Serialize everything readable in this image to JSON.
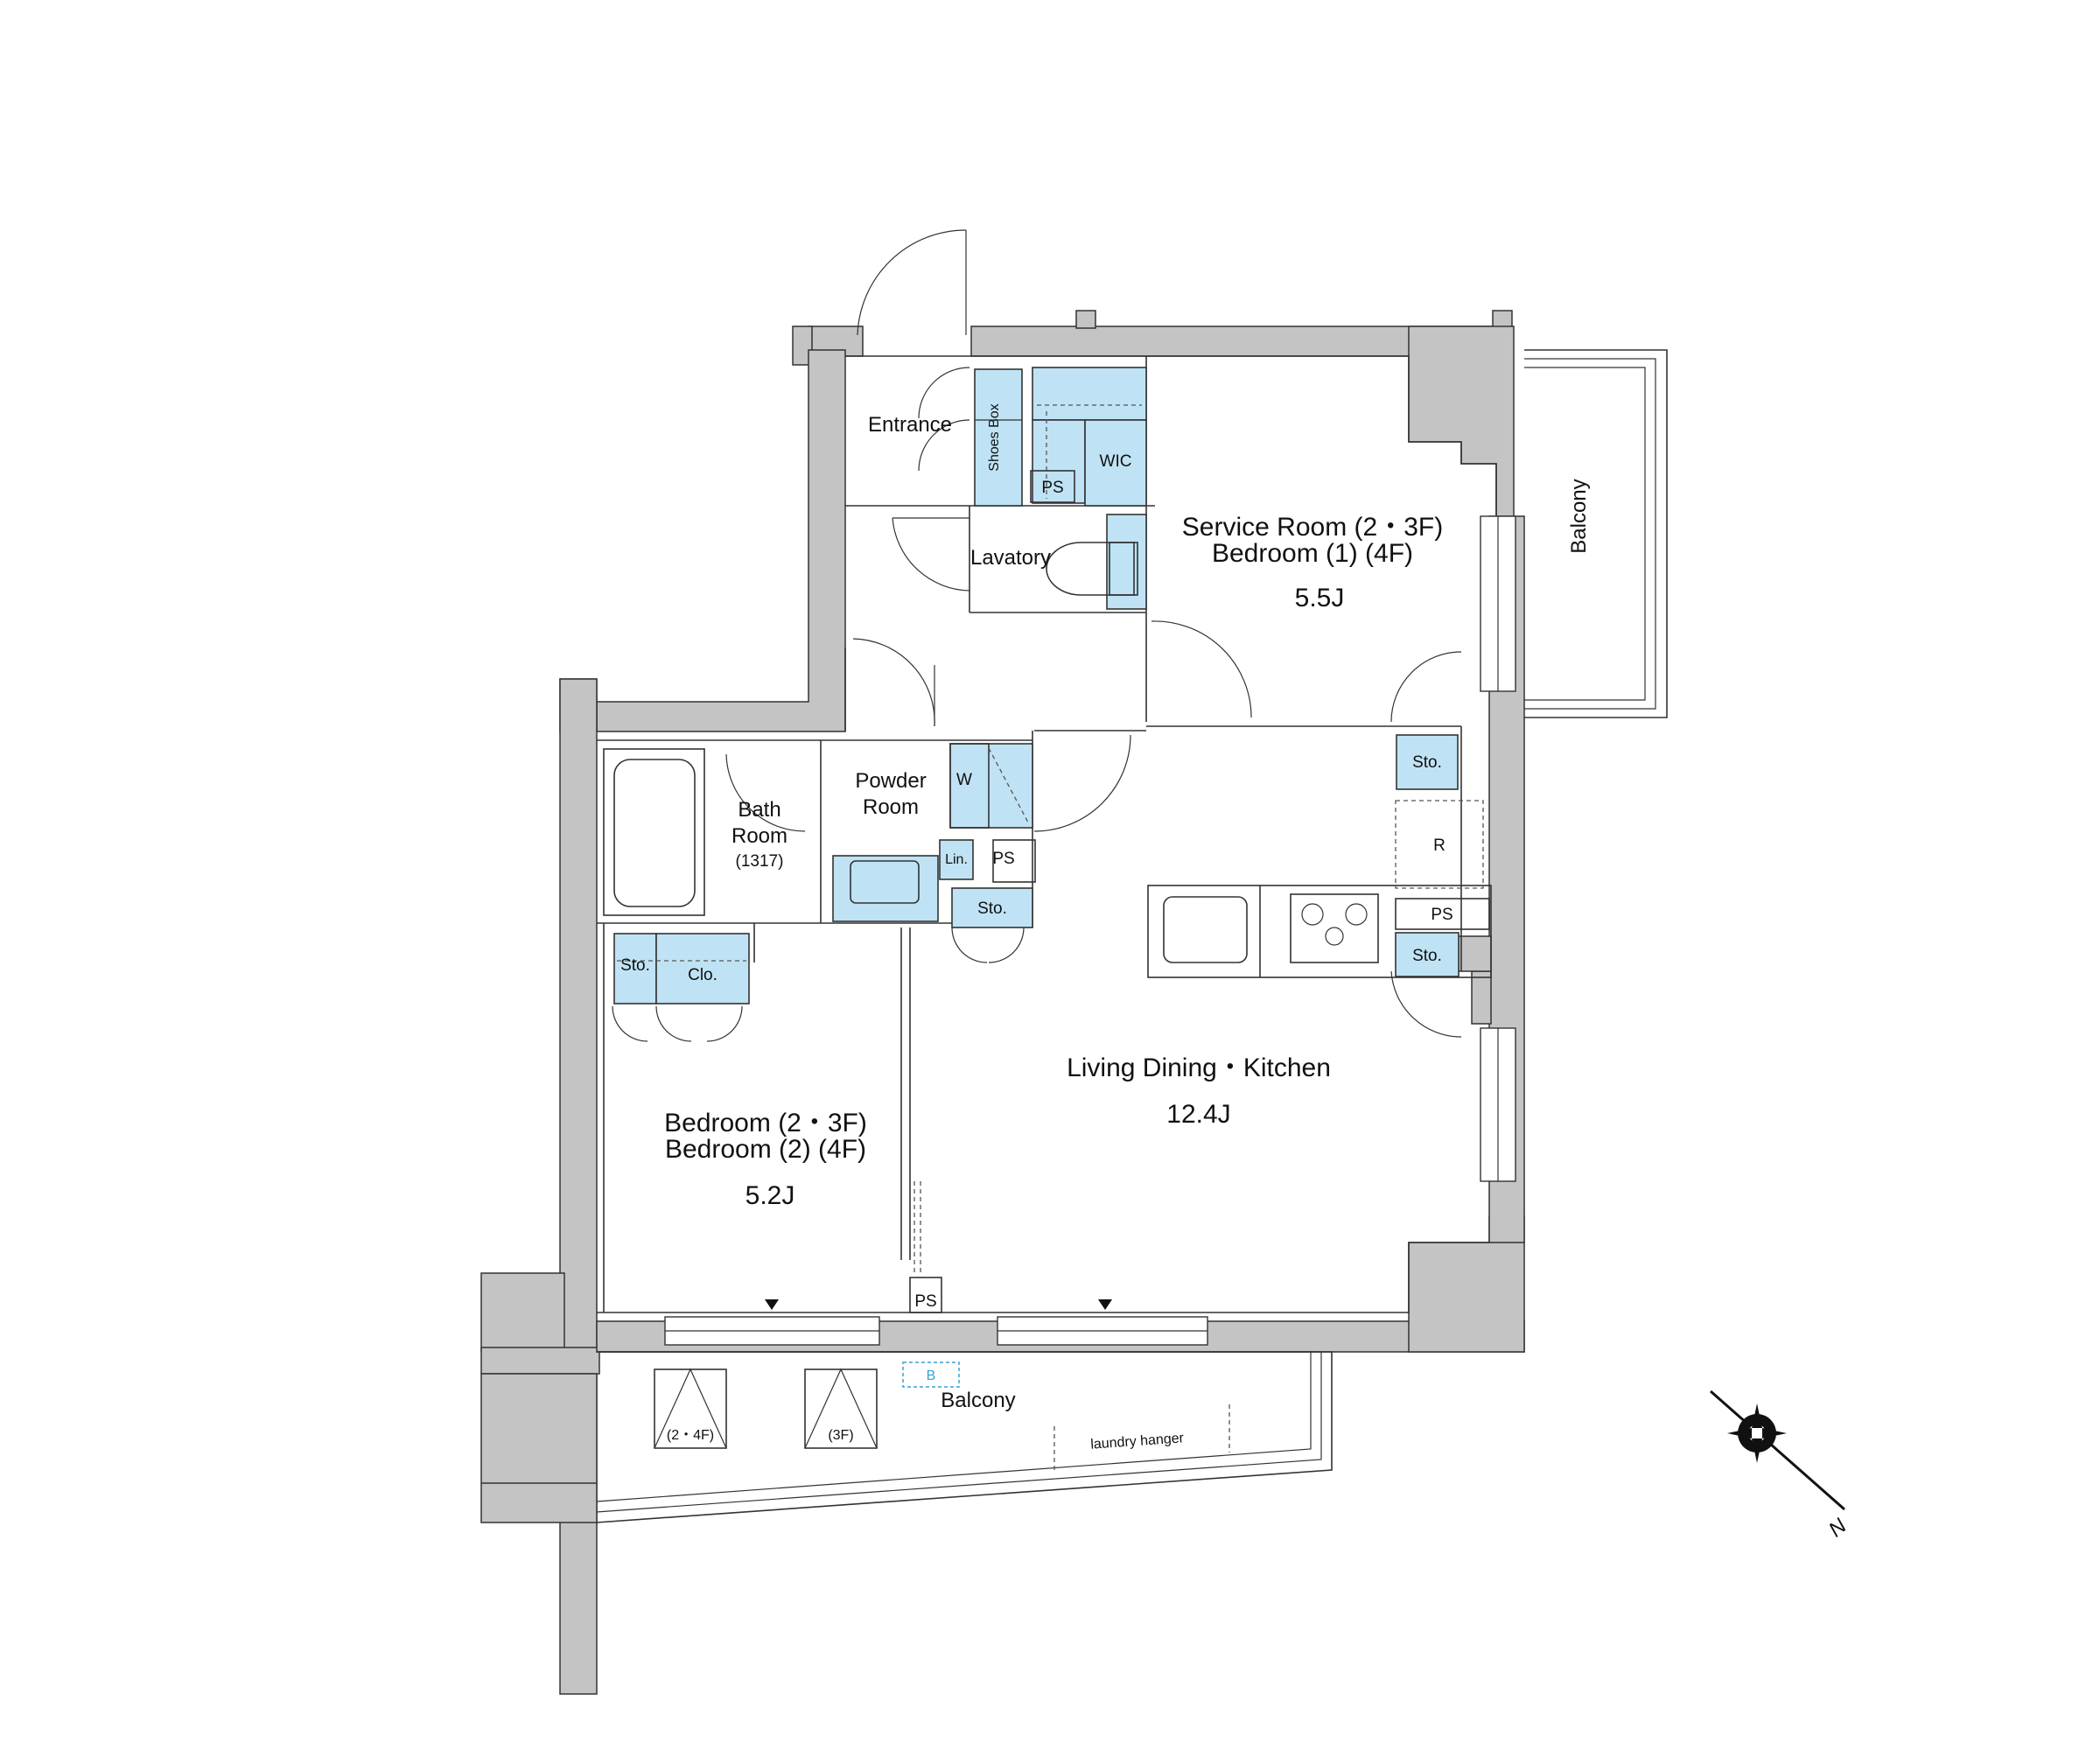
{
  "rooms": {
    "entrance": "Entrance",
    "shoes_box": "Shoes Box",
    "wic": "WIC",
    "ps": "PS",
    "lavatory": "Lavatory",
    "service_room_line1": "Service Room (2・3F)",
    "service_room_line2": "Bedroom (1) (4F)",
    "service_room_size": "5.5J",
    "balcony_east": "Balcony",
    "powder_room_line1": "Powder",
    "powder_room_line2": "Room",
    "washer": "W",
    "bath_line1": "Bath",
    "bath_line2": "Room",
    "bath_size": "(1317)",
    "linen": "Lin.",
    "storage": "Sto.",
    "closet": "Clo.",
    "refrigerator": "R",
    "ldk": "Living Dining・Kitchen",
    "ldk_size": "12.4J",
    "bedroom_line1": "Bedroom (2・3F)",
    "bedroom_line2": "Bedroom (2) (4F)",
    "bedroom_size": "5.2J",
    "balcony_south": "Balcony",
    "laundry": "laundry hanger",
    "hatch_24": "(2・4F)",
    "hatch_3": "(3F)",
    "b_mark": "B",
    "north": "N"
  },
  "colors": {
    "wall": "#c4c4c4",
    "storage_fill": "#bfe3f4",
    "lines": "#333333"
  }
}
